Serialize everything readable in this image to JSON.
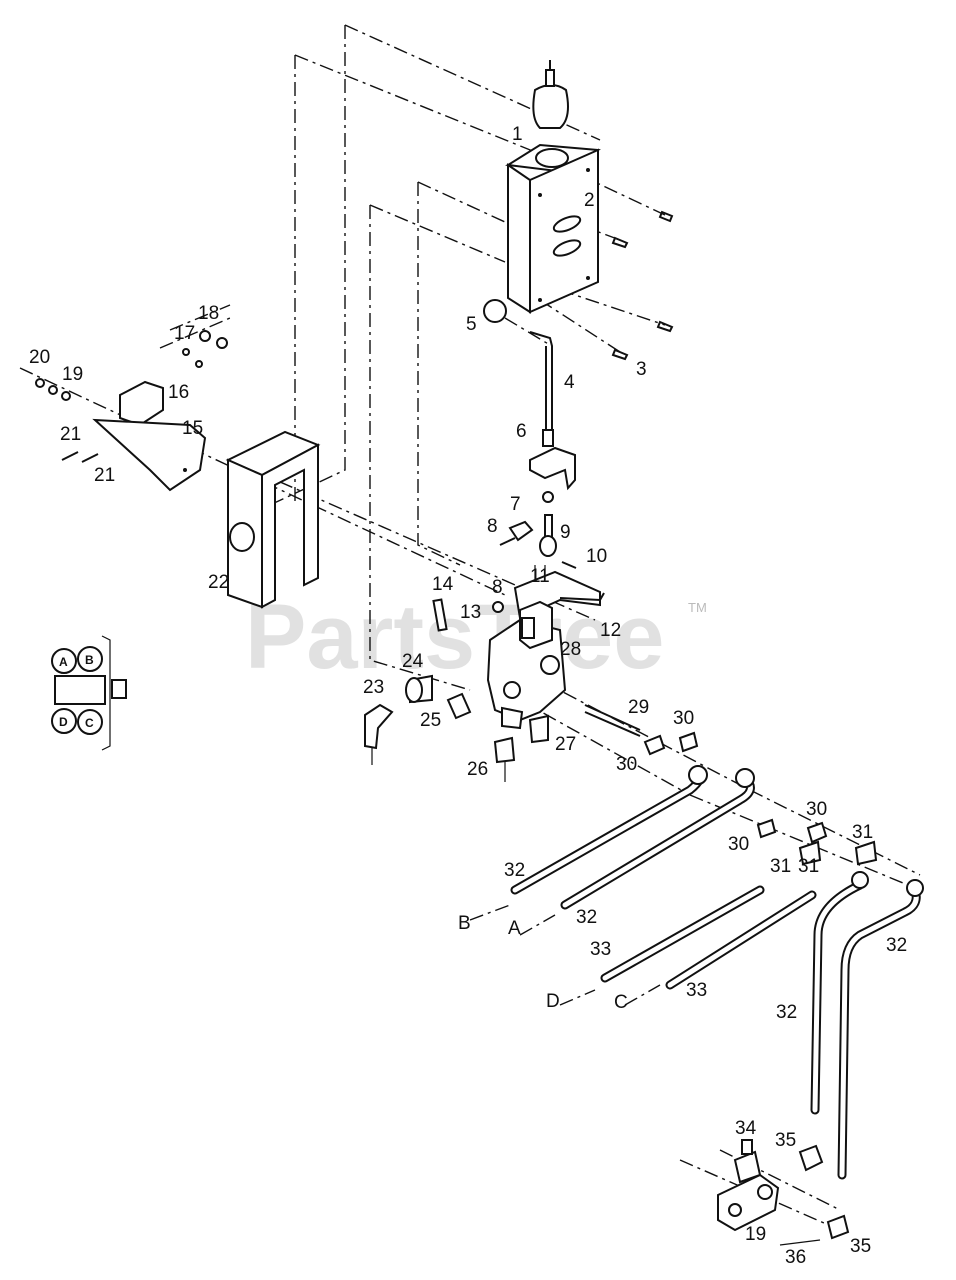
{
  "watermark": {
    "brand": "PartsTree",
    "trademark": "TM"
  },
  "legend": {
    "ports": [
      "A",
      "B",
      "D",
      "C"
    ]
  },
  "callouts": [
    {
      "id": "c1",
      "text": "1"
    },
    {
      "id": "c2",
      "text": "2"
    },
    {
      "id": "c3",
      "text": "3"
    },
    {
      "id": "c4",
      "text": "4"
    },
    {
      "id": "c5",
      "text": "5"
    },
    {
      "id": "c6",
      "text": "6"
    },
    {
      "id": "c7",
      "text": "7"
    },
    {
      "id": "c8a",
      "text": "8"
    },
    {
      "id": "c8b",
      "text": "8"
    },
    {
      "id": "c9",
      "text": "9"
    },
    {
      "id": "c10",
      "text": "10"
    },
    {
      "id": "c11",
      "text": "11"
    },
    {
      "id": "c12",
      "text": "12"
    },
    {
      "id": "c13",
      "text": "13"
    },
    {
      "id": "c14",
      "text": "14"
    },
    {
      "id": "c15",
      "text": "15"
    },
    {
      "id": "c16",
      "text": "16"
    },
    {
      "id": "c17",
      "text": "17"
    },
    {
      "id": "c18",
      "text": "18"
    },
    {
      "id": "c19a",
      "text": "19"
    },
    {
      "id": "c19b",
      "text": "19"
    },
    {
      "id": "c20",
      "text": "20"
    },
    {
      "id": "c21a",
      "text": "21"
    },
    {
      "id": "c21b",
      "text": "21"
    },
    {
      "id": "c22",
      "text": "22"
    },
    {
      "id": "c23",
      "text": "23"
    },
    {
      "id": "c24",
      "text": "24"
    },
    {
      "id": "c25",
      "text": "25"
    },
    {
      "id": "c26",
      "text": "26"
    },
    {
      "id": "c27",
      "text": "27"
    },
    {
      "id": "c28",
      "text": "28"
    },
    {
      "id": "c29",
      "text": "29"
    },
    {
      "id": "c30a",
      "text": "30"
    },
    {
      "id": "c30b",
      "text": "30"
    },
    {
      "id": "c30c",
      "text": "30"
    },
    {
      "id": "c30d",
      "text": "30"
    },
    {
      "id": "c31a",
      "text": "31"
    },
    {
      "id": "c31b",
      "text": "31"
    },
    {
      "id": "c31c",
      "text": "31"
    },
    {
      "id": "c32a",
      "text": "32"
    },
    {
      "id": "c32b",
      "text": "32"
    },
    {
      "id": "c32c",
      "text": "32"
    },
    {
      "id": "c32d",
      "text": "32"
    },
    {
      "id": "c33a",
      "text": "33"
    },
    {
      "id": "c33b",
      "text": "33"
    },
    {
      "id": "c34",
      "text": "34"
    },
    {
      "id": "c35a",
      "text": "35"
    },
    {
      "id": "c35b",
      "text": "35"
    },
    {
      "id": "c36",
      "text": "36"
    },
    {
      "id": "cB",
      "text": "B"
    },
    {
      "id": "cA",
      "text": "A"
    },
    {
      "id": "cD",
      "text": "D"
    },
    {
      "id": "cC",
      "text": "C"
    }
  ]
}
